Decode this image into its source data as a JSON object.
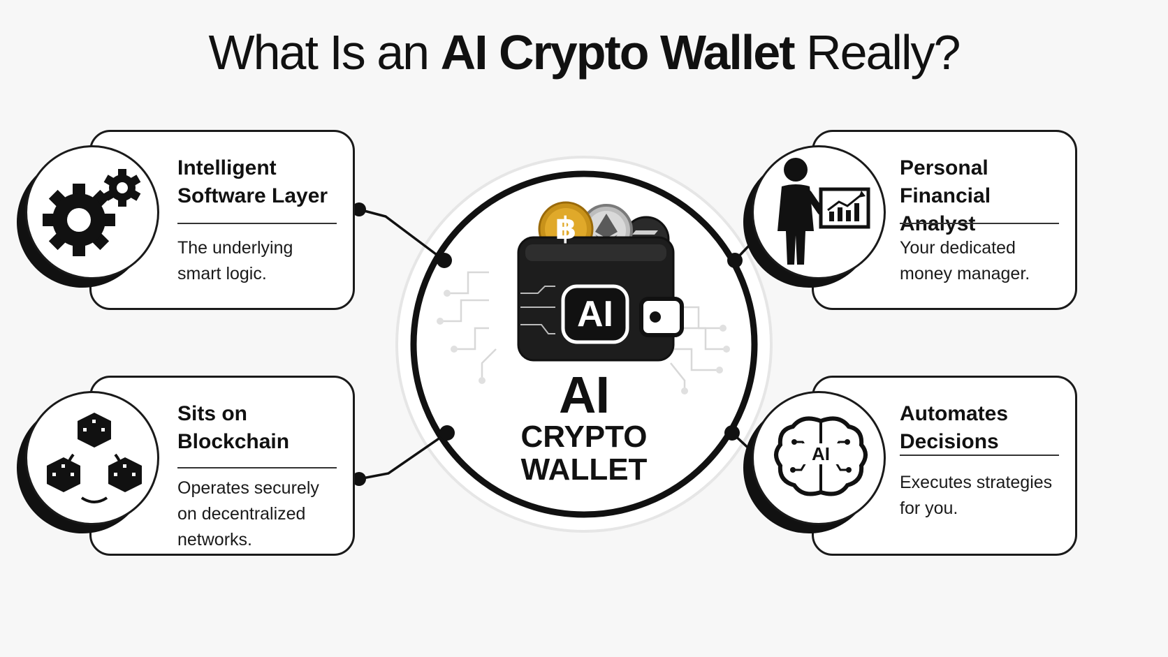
{
  "title": {
    "prefix": "What Is an ",
    "emphasis": "AI Crypto Wallet",
    "suffix": " Really?"
  },
  "hub": {
    "line1": "AI",
    "line2": "CRYPTO",
    "line3": "WALLET",
    "badge": "AI",
    "accent_gold": "#d4a017",
    "dark": "#1a1a1a"
  },
  "cards": [
    {
      "id": "software",
      "heading": "Intelligent Software Layer",
      "desc": "The underlying smart logic.",
      "icon": "gears-icon"
    },
    {
      "id": "analyst",
      "heading": "Personal Financial Analyst",
      "desc": "Your dedicated money manager.",
      "icon": "analyst-icon"
    },
    {
      "id": "blockchain",
      "heading": "Sits on Blockchain",
      "desc": "Operates securely on decentralized networks.",
      "icon": "blockchain-icon"
    },
    {
      "id": "automates",
      "heading": "Automates Decisions",
      "desc": "Executes strategies for you.",
      "icon": "ai-brain-icon",
      "icon_text": "AI"
    }
  ]
}
